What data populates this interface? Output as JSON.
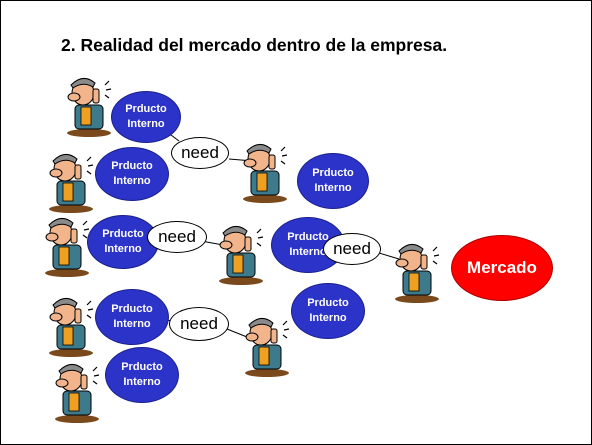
{
  "title": "2. Realidad del mercado dentro de la empresa.",
  "product_bubble": {
    "line1": "Prducto",
    "line2": "Interno"
  },
  "need_label": "need",
  "market_label": "Mercado",
  "colors": {
    "product_fill": "#2c33c8",
    "market_fill": "#ff0000",
    "need_fill": "#ffffff",
    "border": "#000000"
  },
  "icons": [
    "person-talking-icon"
  ]
}
